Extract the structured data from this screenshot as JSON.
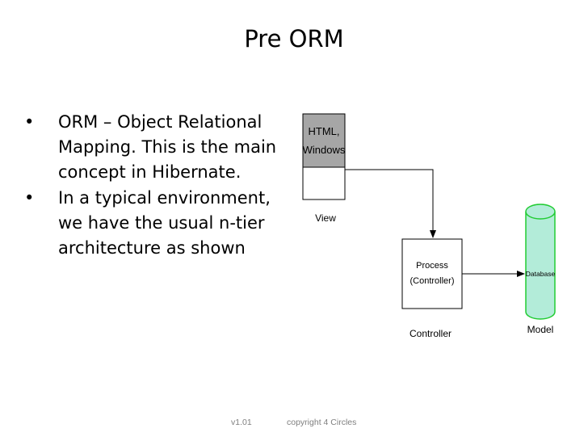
{
  "slide": {
    "title": "Pre ORM",
    "bullets": [
      "ORM – Object Relational Mapping. This is the main concept in Hibernate.",
      "In a typical environment, we have the usual n-tier architecture as shown"
    ]
  },
  "diagram": {
    "view_box_line1": "HTML,",
    "view_box_line2": "Windows",
    "view_label": "View",
    "process_line1": "Process",
    "process_line2": "(Controller)",
    "controller_label": "Controller",
    "database_label": "Database",
    "model_label": "Model",
    "colors": {
      "view_header": "#a6a6a6",
      "database_fill": "#b3ecd9",
      "database_stroke": "#22cc33"
    }
  },
  "footer": {
    "version": "v1.01",
    "copyright": "copyright 4 Circles"
  }
}
